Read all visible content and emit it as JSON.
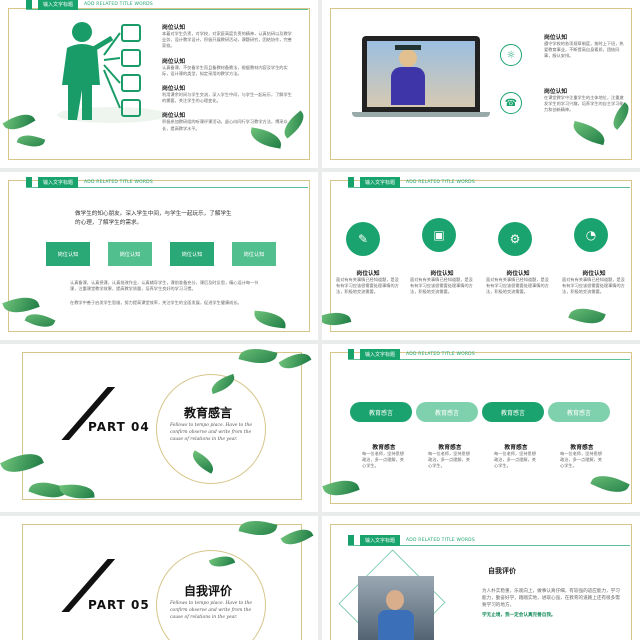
{
  "header": {
    "title": "输入文字标题",
    "subtitle": "ADD RELATED TITLE WORDS"
  },
  "slide1": {
    "items": [
      {
        "title": "岗位认知",
        "text": "本着对学生负责，对学校，对家庭高度负责的精神，认真钻研以及教学业务，设计教学设计，积极开展教研活动，课题研究，团结协作，完善家校。"
      },
      {
        "title": "岗位认知",
        "text": "认真备课，不仅备学生而且备教材备教法，根据教材内容及学生的实际，设计课的类型，拟定采用的教学方法。"
      },
      {
        "title": "岗位认知",
        "text": "利用课余时间与学生交流，深入学生中间，与学生一起玩乐，了解学生的需要，关注学生的心理变化。"
      },
      {
        "title": "岗位认知",
        "text": "积极参加教研组的听课评课活动，虚心向同行学习教学方法，博采众长，提高教学水平。"
      }
    ]
  },
  "slide2": {
    "items": [
      {
        "title": "岗位认知",
        "text": "遵守学校的各项规章制度，按时上下班，热爱教育事业，不断提高自身素质，团结同事，服从安排。"
      },
      {
        "title": "岗位认知",
        "text": "在课堂教学中注重学生的主体地位，注重激发学生的学习兴趣，培养学生的自主学习能力和创新精神。"
      }
    ]
  },
  "slide3": {
    "intro": "做学生的知心朋友。深入学生中间，与学生一起玩乐，了解学生的心理，了解学生的需求。",
    "steps": [
      "岗位认知",
      "岗位认知",
      "岗位认知",
      "岗位认知"
    ],
    "para1": "认真备课，认真授课，认真批改作业，认真辅导学生，课前准备充分，课后及时反思，精心设计每一节课，注重课堂教学效果，提高教学质量，培养学生良好的学习习惯。",
    "para2": "在教学中善于启发学生思维，努力提高课堂效率，关注学生的全面发展，促进学生健康成长。"
  },
  "slide4": {
    "items": [
      {
        "title": "岗位认知",
        "text": "面对有有关事情已经知道题，是没有有学习应该很需要处理事情的方法，积极地交流需要。"
      },
      {
        "title": "岗位认知",
        "text": "面对有有关事情已经知道题，是没有有学习应该很需要处理事情的方法，积极地交流需要。"
      },
      {
        "title": "岗位认知",
        "text": "面对有有关事情已经知道题，是没有有学习应该很需要处理事情的方法，积极地交流需要。"
      },
      {
        "title": "岗位认知",
        "text": "面对有有关事情已经知道题，是没有有学习应该很需要处理事情的方法，积极地交流需要。"
      }
    ]
  },
  "slide5": {
    "part": "PART 04",
    "title": "教育感言",
    "desc": "Fellows to tempo place. Have to the confirm observe and write from the cause of relations in the year."
  },
  "slide6": {
    "pills": [
      "教育感言",
      "教育感言",
      "教育感言",
      "教育感言"
    ],
    "items": [
      {
        "title": "教育感言",
        "text": "每一位老师，坚持思想政治，多一点理解，关心学生。"
      },
      {
        "title": "教育感言",
        "text": "每一位老师，坚持思想政治，多一点理解，关心学生。"
      },
      {
        "title": "教育感言",
        "text": "每一位老师，坚持思想政治，多一点理解，关心学生。"
      },
      {
        "title": "教育感言",
        "text": "每一位老师，坚持思想政治，多一点理解，关心学生。"
      }
    ]
  },
  "slide7": {
    "part": "PART 05",
    "title": "自我评价",
    "desc": "Fellows to tempo place. Have to the confirm observe and write from the cause of relations in the year."
  },
  "slide8": {
    "title": "自我评价",
    "bullets": [
      "为人朴实稳重，乐观向上，做事认真仔细，有较强的适应能力，学习能力，勤奋好学，踏踏实地，进取心强，在教育的道路上还有很多需要学习的地方。",
      "学无止境，我一定会认真完善自我。"
    ]
  },
  "colors": {
    "accent": "#19a36d",
    "gold": "#d8c58a",
    "leaf": "#2f9a55"
  }
}
